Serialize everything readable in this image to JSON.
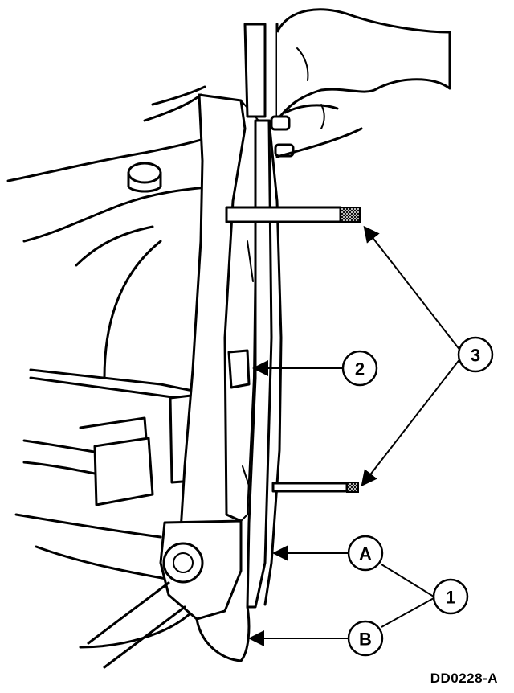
{
  "figure_id": "DD0228-A",
  "callouts": {
    "c1": "1",
    "c2": "2",
    "c3": "3",
    "cA": "A",
    "cB": "B"
  }
}
